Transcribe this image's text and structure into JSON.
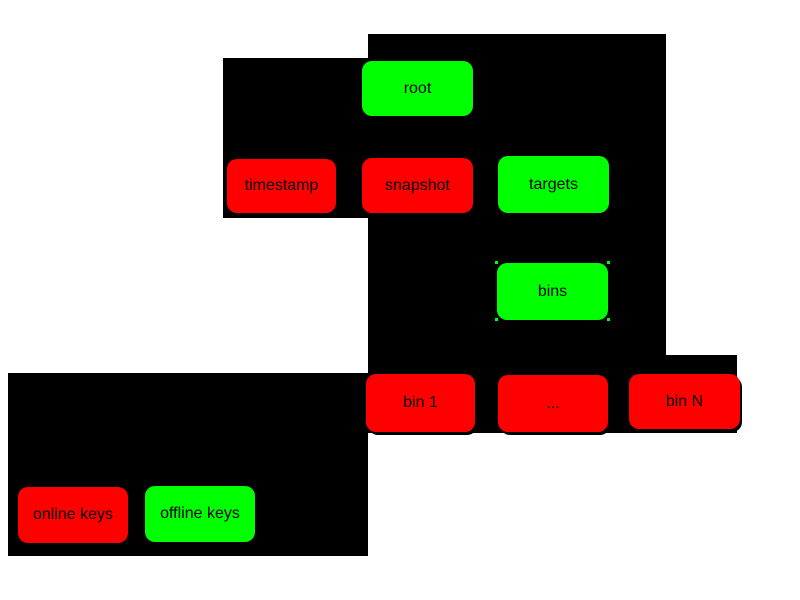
{
  "colors": {
    "online": "#ff0000",
    "offline": "#00ff00",
    "region": "#000000",
    "background": "#ffffff",
    "label_text": "#000000"
  },
  "nodes": {
    "root": {
      "label": "root",
      "key_type": "offline"
    },
    "timestamp": {
      "label": "timestamp",
      "key_type": "online"
    },
    "snapshot": {
      "label": "snapshot",
      "key_type": "online"
    },
    "targets": {
      "label": "targets",
      "key_type": "offline"
    },
    "bins": {
      "label": "bins",
      "key_type": "offline"
    },
    "bin_1": {
      "label": "bin 1",
      "key_type": "online"
    },
    "bin_ellipsis": {
      "label": "...",
      "key_type": "online"
    },
    "bin_n": {
      "label": "bin N",
      "key_type": "online"
    }
  },
  "legend": {
    "online_keys": {
      "label": "online keys",
      "key_type": "online"
    },
    "offline_keys": {
      "label": "offline keys",
      "key_type": "offline"
    }
  }
}
